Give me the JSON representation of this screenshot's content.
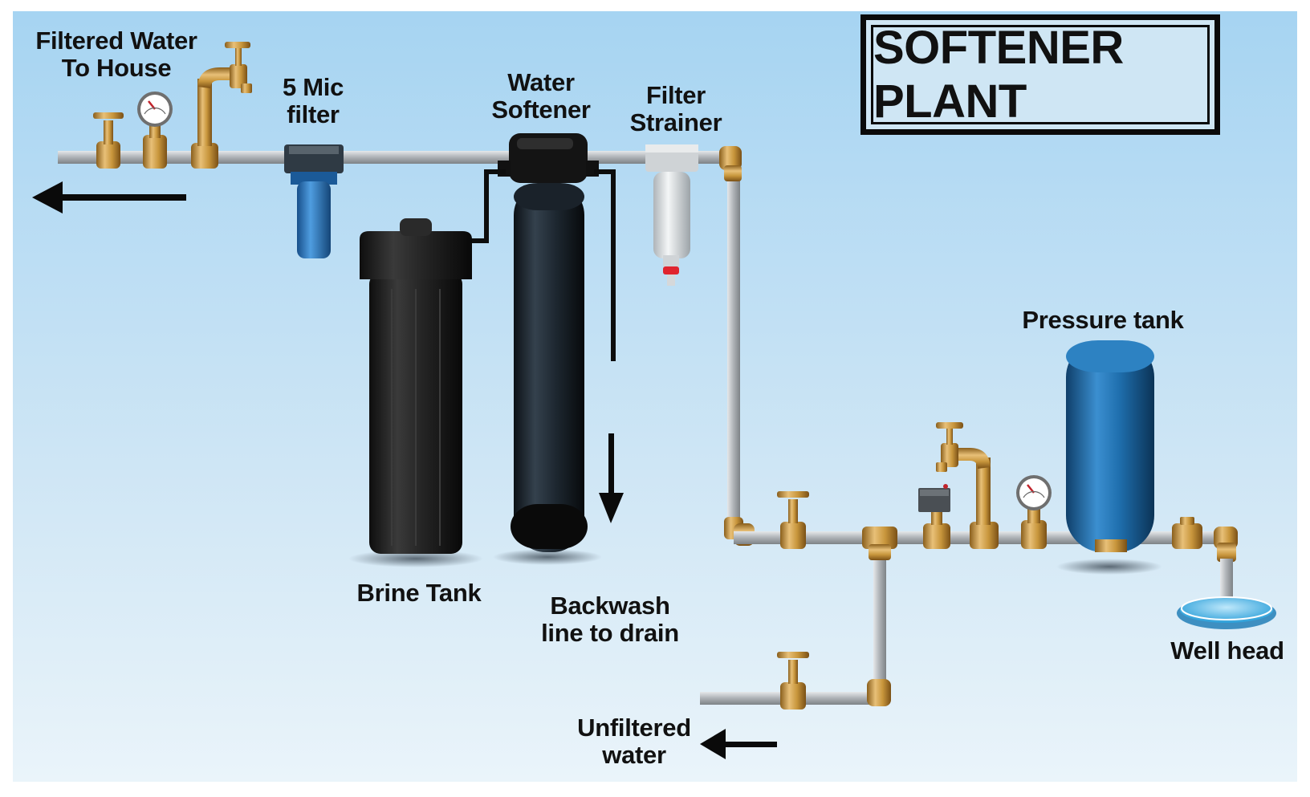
{
  "title": "SOFTENER PLANT",
  "labels": {
    "filtered_line1": "Filtered Water",
    "filtered_line2": "To House",
    "mic_line1": "5 Mic",
    "mic_line2": "filter",
    "softener_line1": "Water",
    "softener_line2": "Softener",
    "strainer_line1": "Filter",
    "strainer_line2": "Strainer",
    "brine_tank": "Brine Tank",
    "backwash_line1": "Backwash",
    "backwash_line2": "line to drain",
    "pressure_tank": "Pressure tank",
    "well_head": "Well head",
    "unfiltered_line1": "Unfiltered",
    "unfiltered_line2": "water"
  },
  "colors": {
    "background_top": "#a9d6f3",
    "background_bottom": "#e8f3fa",
    "pipe": "#b4b8bc",
    "brass": "#c8963c",
    "filter_blue": "#2f7fc9",
    "tank_black": "#1e1e1e",
    "pressure_tank_blue": "#1f6fae",
    "arrow": "#0a0a0a"
  }
}
